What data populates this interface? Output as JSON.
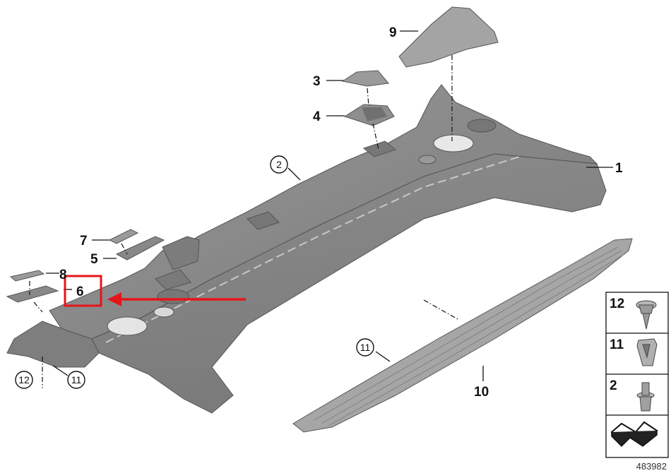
{
  "callouts": [
    {
      "id": "1",
      "label": "1"
    },
    {
      "id": "2",
      "label": "2",
      "circled": true
    },
    {
      "id": "3",
      "label": "3"
    },
    {
      "id": "4",
      "label": "4"
    },
    {
      "id": "5",
      "label": "5"
    },
    {
      "id": "6",
      "label": "6",
      "highlighted": true
    },
    {
      "id": "7",
      "label": "7"
    },
    {
      "id": "8",
      "label": "8"
    },
    {
      "id": "9",
      "label": "9"
    },
    {
      "id": "10",
      "label": "10"
    },
    {
      "id": "11a",
      "label": "11",
      "circled": true
    },
    {
      "id": "11b",
      "label": "11",
      "circled": true
    },
    {
      "id": "12",
      "label": "12",
      "circled": true
    }
  ],
  "legend": {
    "items": [
      {
        "label": "12",
        "icon": "screw-icon"
      },
      {
        "label": "11",
        "icon": "clip-icon"
      },
      {
        "label": "2",
        "icon": "expanding-rivet-icon"
      },
      {
        "label": "",
        "icon": "sealing-tape-icon"
      }
    ]
  },
  "catalog_number": "483982",
  "colors": {
    "highlight": "#e8141b",
    "part_fill": "#8a8a8a",
    "part_dark": "#6e6e6e",
    "part_light": "#a6a6a6",
    "line": "#111111"
  }
}
